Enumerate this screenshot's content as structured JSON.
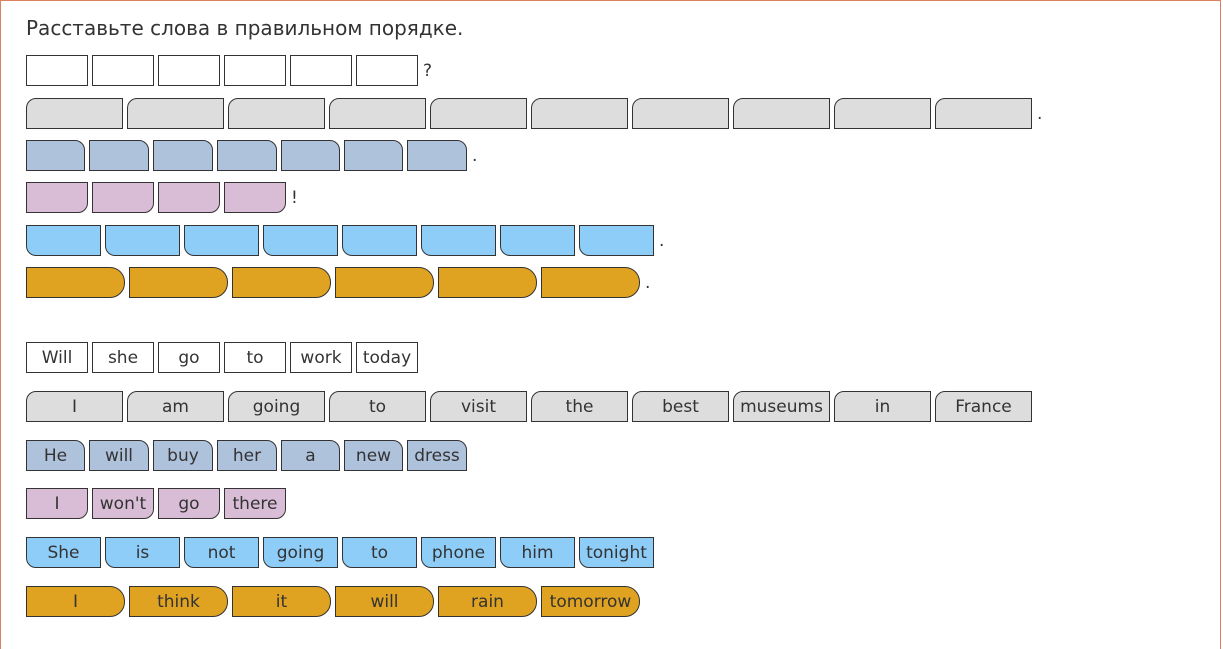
{
  "title": "Расставьте слова в правильном порядке.",
  "target_rows": [
    {
      "style": "white",
      "count": 6,
      "punct": "?"
    },
    {
      "style": "gray",
      "count": 10,
      "punct": "."
    },
    {
      "style": "blue",
      "count": 7,
      "punct": "."
    },
    {
      "style": "pink",
      "count": 4,
      "punct": "!"
    },
    {
      "style": "sky",
      "count": 8,
      "punct": "."
    },
    {
      "style": "gold",
      "count": 6,
      "punct": "."
    }
  ],
  "word_rows": [
    {
      "style": "white",
      "words": [
        "Will",
        "she",
        "go",
        "to",
        "work",
        "today"
      ]
    },
    {
      "style": "gray",
      "words": [
        "I",
        "am",
        "going",
        "to",
        "visit",
        "the",
        "best",
        "museums",
        "in",
        "France"
      ]
    },
    {
      "style": "blue",
      "words": [
        "He",
        "will",
        "buy",
        "her",
        "a",
        "new",
        "dress"
      ]
    },
    {
      "style": "pink",
      "words": [
        "I",
        "won't",
        "go",
        "there"
      ]
    },
    {
      "style": "sky",
      "words": [
        "She",
        "is",
        "not",
        "going",
        "to",
        "phone",
        "him",
        "tonight"
      ]
    },
    {
      "style": "gold",
      "words": [
        "I",
        "think",
        "it",
        "will",
        "rain",
        "tomorrow"
      ]
    }
  ],
  "colors": {
    "white": "#ffffff",
    "gray": "#dddddd",
    "blue": "#afc2dc",
    "pink": "#d9bdd6",
    "sky": "#8dcdf7",
    "gold": "#e0a321",
    "frame": "#d9825b"
  }
}
